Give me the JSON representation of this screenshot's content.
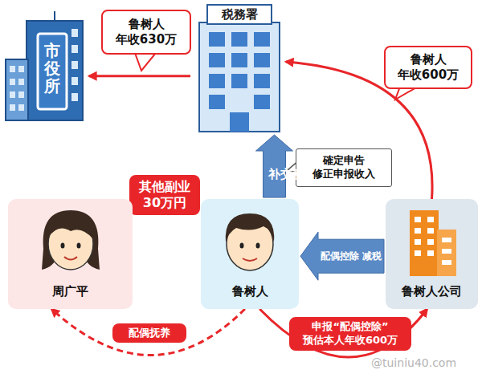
{
  "diagram": {
    "nodes": [
      {
        "text": [
          "市役所"
        ]
      },
      {
        "text": [
          "鲁树人 年收630万"
        ]
      },
      {
        "text": [
          "税務署"
        ]
      },
      {
        "text": [
          "鲁树人 年收600万"
        ]
      },
      {
        "text": [
          "確定申告 修正申报收入"
        ]
      },
      {
        "text": [
          "其他副业 30万円"
        ]
      },
      {
        "text": [
          "周广平"
        ]
      },
      {
        "text": [
          "鲁树人"
        ]
      },
      {
        "text": [
          "鲁树人公司"
        ]
      }
    ],
    "edges": [
      {
        "from": 2,
        "to": 0,
        "arrow": "to"
      },
      {
        "from": 8,
        "to": 2,
        "arrow": "to"
      },
      {
        "from": 7,
        "to": 2,
        "label": "补交税",
        "arrow": "to"
      },
      {
        "from": 8,
        "to": 7,
        "label": "配偶控除 减税",
        "arrow": "to"
      },
      {
        "from": 7,
        "to": 6,
        "label": "配偶抚养",
        "arrow": "to"
      },
      {
        "from": 7,
        "to": 8,
        "label": "申报“配偶控除” 预估本人年收600万",
        "arrow": "to"
      }
    ],
    "labels": [
      "@tuiniu40.com"
    ]
  }
}
